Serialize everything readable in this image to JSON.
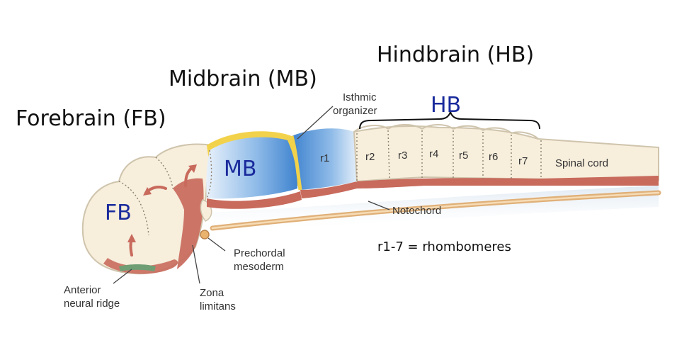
{
  "titles": {
    "forebrain": "Forebrain (FB)",
    "midbrain": "Midbrain (MB)",
    "hindbrain": "Hindbrain (HB)"
  },
  "region_labels": {
    "fb": "FB",
    "mb": "MB",
    "hb": "HB"
  },
  "rhombomeres": [
    "r1",
    "r2",
    "r3",
    "r4",
    "r5",
    "r6",
    "r7"
  ],
  "annotations": {
    "isthmic_1": "Isthmic",
    "isthmic_2": "organizer",
    "spinal_cord": "Spinal cord",
    "notochord": "Notochord",
    "prechordal_1": "Prechordal",
    "prechordal_2": "mesoderm",
    "anterior_1": "Anterior",
    "anterior_2": "neural ridge",
    "zona_1": "Zona",
    "zona_2": "limitans"
  },
  "note": "r1-7 = rhombomeres",
  "colors": {
    "tissue": "#f7eedc",
    "outline": "#cfc4ac",
    "mesoderm": "#c86a5c",
    "mb_blue": "#4d8fd4",
    "isthmus_yellow": "#f2d24a",
    "notochord": "#e0b078",
    "label_blue": "#1a2a9c"
  }
}
